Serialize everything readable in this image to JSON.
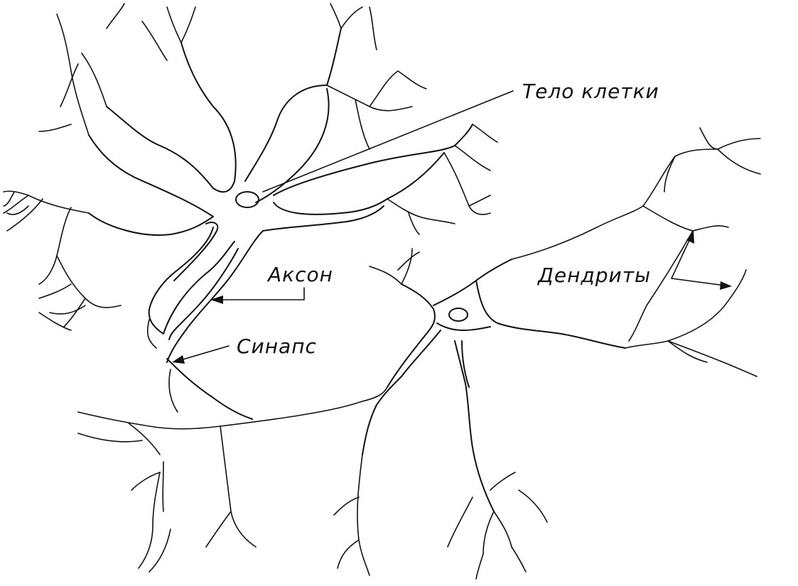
{
  "labels": {
    "cell_body": "Тело клетки",
    "axon": "Аксон",
    "synapse": "Синапс",
    "dendrites": "Дендриты"
  }
}
